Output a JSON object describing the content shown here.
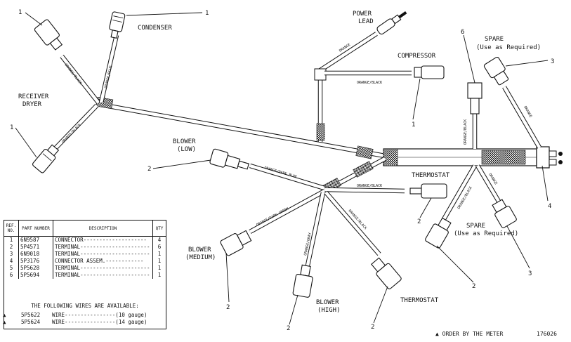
{
  "labels": {
    "condenser": "CONDENSER",
    "power_lead_1": "POWER",
    "power_lead_2": "LEAD",
    "compressor": "COMPRESSOR",
    "spare_top_1": "SPARE",
    "spare_top_2": "(Use as Required)",
    "receiver_1": "RECEIVER",
    "receiver_2": "DRYER",
    "blower_low_1": "BLOWER",
    "blower_low_2": "(LOW)",
    "thermostat_mid": "THERMOSTAT",
    "spare_bottom_1": "SPARE",
    "spare_bottom_2": "(Use as Required)",
    "blower_medium_1": "BLOWER",
    "blower_medium_2": "(MEDIUM)",
    "blower_high_1": "BLOWER",
    "blower_high_2": "(HIGH)",
    "thermostat_bottom": "THERMOSTAT"
  },
  "wire_labels": {
    "orange_black_condenser": "ORANGE/BLACK",
    "orange_blue_condenser": "ORANGE/BLUE",
    "orange_black_receiver": "ORANGE/BLACK",
    "orange_power": "ORANGE",
    "orange_black_compressor": "ORANGE/BLACK",
    "orange_black_6": "ORANGE/BLACK",
    "orange_spare_top": "ORANGE",
    "orange_dark_blue": "ORANGE/DARK BLUE",
    "orange_black_mid": "ORANGE/BLACK",
    "orange_dark_green": "ORANGE/DARK GREEN",
    "orange_gray": "ORANGE/GRAY",
    "orange_black_lower": "ORANGE/BLACK",
    "orange_black_spare": "ORANGE/BLACK",
    "orange_right": "ORANGE"
  },
  "callouts": {
    "c1a": "1",
    "c1b": "1",
    "c1c": "1",
    "c1d": "1",
    "c6": "6",
    "c3a": "3",
    "c2a": "2",
    "c2b": "2",
    "c4": "4",
    "c2c": "2",
    "c3b": "3",
    "c2d": "2",
    "c2e": "2",
    "c2f": "2"
  },
  "parts_table": {
    "headers": {
      "ref": "REF. NO.",
      "part": "PART NUMBER",
      "desc": "DESCRIPTION",
      "qty": "QTY"
    },
    "rows": [
      {
        "ref": "1",
        "part": "6N9587",
        "desc": "CONNECTOR--------------------",
        "qty": "4"
      },
      {
        "ref": "2",
        "part": "5P4571",
        "desc": "TERMINAL----------------------",
        "qty": "6"
      },
      {
        "ref": "3",
        "part": "6N9018",
        "desc": "TERMINAL----------------------",
        "qty": "1"
      },
      {
        "ref": "4",
        "part": "5P3176",
        "desc": "CONNECTOR ASSEM.------------",
        "qty": "1"
      },
      {
        "ref": "5",
        "part": "5P5628",
        "desc": "TERMINAL----------------------",
        "qty": "1"
      },
      {
        "ref": "6",
        "part": "5P5694",
        "desc": "TERMINAL----------------------",
        "qty": "1"
      }
    ],
    "wires_note": "THE FOLLOWING WIRES ARE AVAILABLE:",
    "wires": [
      {
        "mark": "▲",
        "part": "5P5622",
        "desc": "WIRE----------------(10 gauge)"
      },
      {
        "mark": "▲",
        "part": "5P5624",
        "desc": "WIRE----------------(14 gauge)"
      }
    ]
  },
  "footer_note": "▲ ORDER BY THE METER",
  "drawing_number": "176026"
}
